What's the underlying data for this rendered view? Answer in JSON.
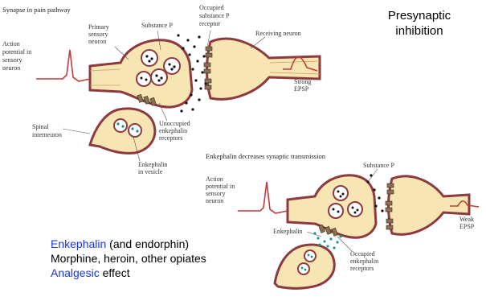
{
  "colors": {
    "membrane": "#8c3a3f",
    "cytoplasm": "#f7e6b4",
    "vesicle_fill": "#ffffff",
    "ap_trace": "#c33a3a",
    "blue_text": "#1a35e8",
    "receptor": "#8a6f52"
  },
  "top_panel": {
    "title": "Synapse in pain pathway",
    "action_potential": [
      "Action",
      "potential in",
      "sensory",
      "neuron"
    ],
    "primary_sensory": [
      "Primary",
      "sensory",
      "neuron"
    ],
    "substance_p": "Substance P",
    "occupied_receptor": [
      "Occupied",
      "substance P",
      "receptor"
    ],
    "receiving_neuron": "Receiving neuron",
    "strong_epsp": [
      "Strong",
      "EPSP"
    ],
    "spinal_interneuron": [
      "Spinal",
      "interneuron"
    ],
    "unoccupied_receptors": [
      "Unoccupied",
      "enkephalin",
      "receptors"
    ],
    "enkephalin_vesicle": [
      "Enkephalin",
      "in vesicle"
    ]
  },
  "heading": [
    "Presynaptic",
    "inhibition"
  ],
  "bottom_panel": {
    "title": "Enkephalin decreases synaptic transmission",
    "action_potential": [
      "Action",
      "potential in",
      "sensory",
      "neuron"
    ],
    "substance_p": "Substance P",
    "weak_epsp": [
      "Weak",
      "EPSP"
    ],
    "enkephalin": "Enkephalin",
    "occupied_receptors": [
      "Occupied",
      "enkephalin",
      "receptors"
    ]
  },
  "notes": {
    "line1_blue": "Enkephalin",
    "line1_rest": " (and endorphin)",
    "line2": "Morphine, heroin, other opiates",
    "line3_blue": "Analgesic",
    "line3_rest": " effect"
  }
}
